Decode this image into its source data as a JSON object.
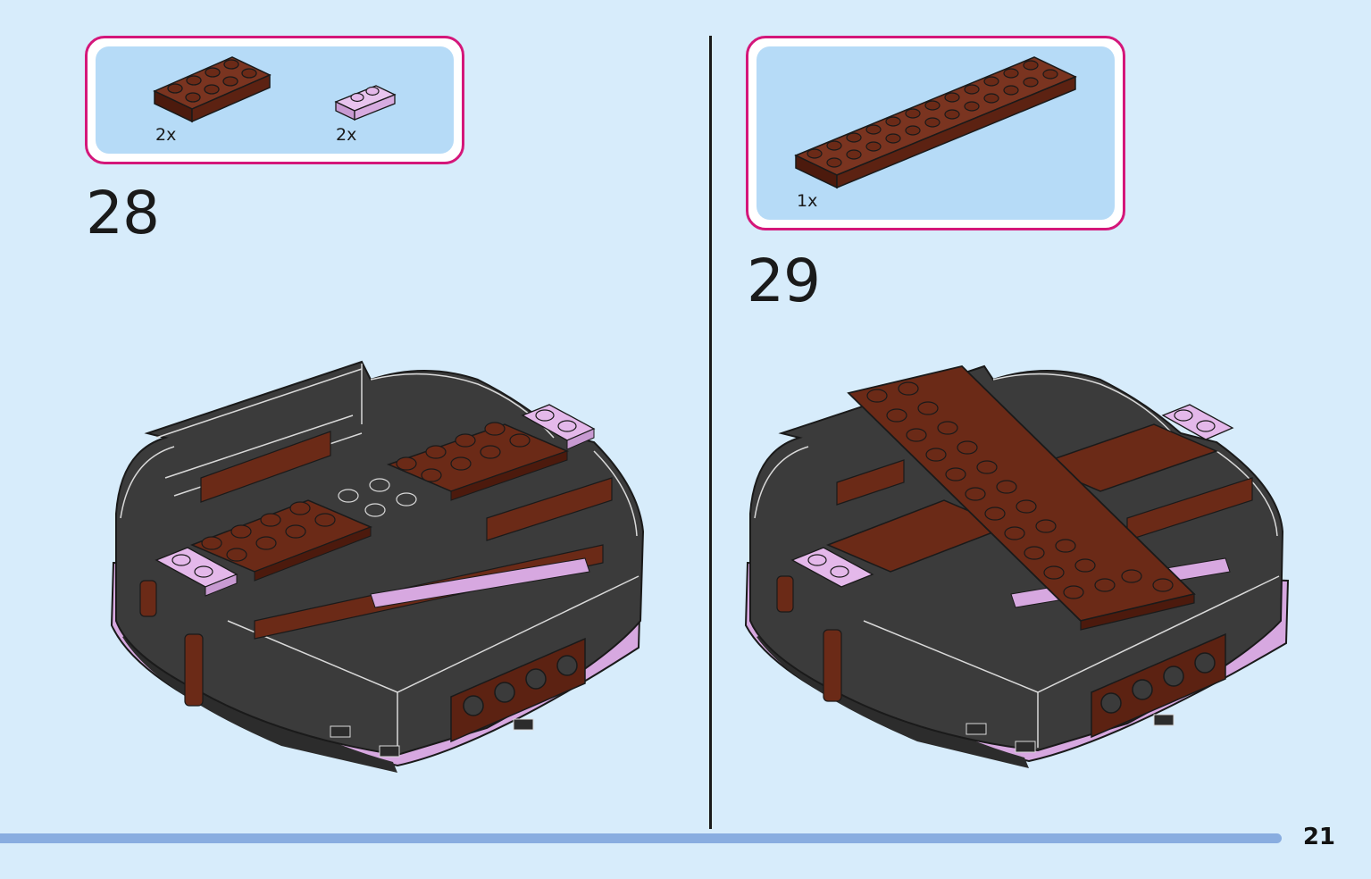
{
  "steps": [
    {
      "number": "28",
      "parts": [
        {
          "qty": "2x",
          "color": "#6b2a17",
          "piece": "reddish-brown 2x4 plate"
        },
        {
          "qty": "2x",
          "color": "#e4b8ea",
          "piece": "lavender 1x2 plate"
        }
      ]
    },
    {
      "number": "29",
      "parts": [
        {
          "qty": "1x",
          "color": "#6b2a17",
          "piece": "reddish-brown 2x12 plate"
        }
      ]
    }
  ],
  "page": {
    "number": "21"
  },
  "colors": {
    "accent_border": "#d4177a",
    "callout_fill": "#b6dbf7",
    "page_background": "#d7ecfb",
    "brick_brown": "#6b2a17",
    "brick_dark": "#3a3a3a",
    "brick_lavender": "#e4b8ea",
    "progress_bar": "#89ade0"
  }
}
